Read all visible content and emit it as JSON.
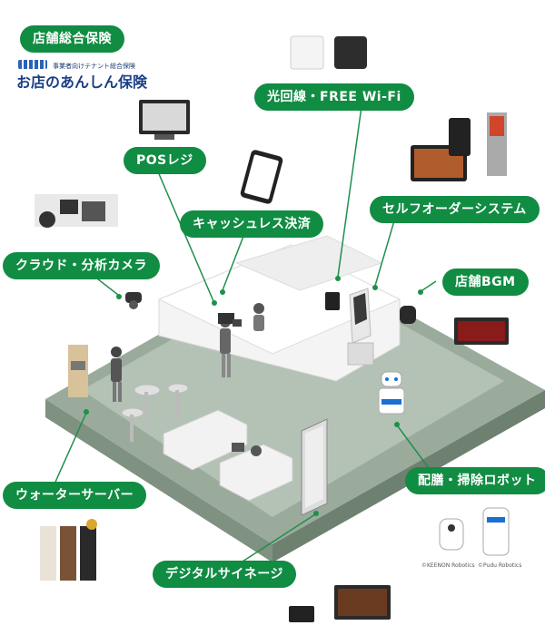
{
  "labels": {
    "insurance": "店舗総合保険",
    "fiber_wifi": "光回線・FREE Wi-Fi",
    "pos": "POSレジ",
    "cashless": "キャッシュレス決済",
    "self_order": "セルフオーダーシステム",
    "cloud_camera": "クラウド・分析カメラ",
    "bgm": "店舗BGM",
    "water_server": "ウォーターサーバー",
    "delivery_robot": "配膳・掃除ロボット",
    "signage": "デジタルサイネージ"
  },
  "logo": {
    "top_text": "事業者向けテナント総合保険",
    "main_text": "お店のあんしん保険"
  },
  "credits": {
    "keenon": "©KEENON Robotics",
    "pudu": "©Pudu Robotics"
  },
  "colors": {
    "accent": "#118c43",
    "floor": "#8a9c8c",
    "line": "#1f8f4a"
  }
}
